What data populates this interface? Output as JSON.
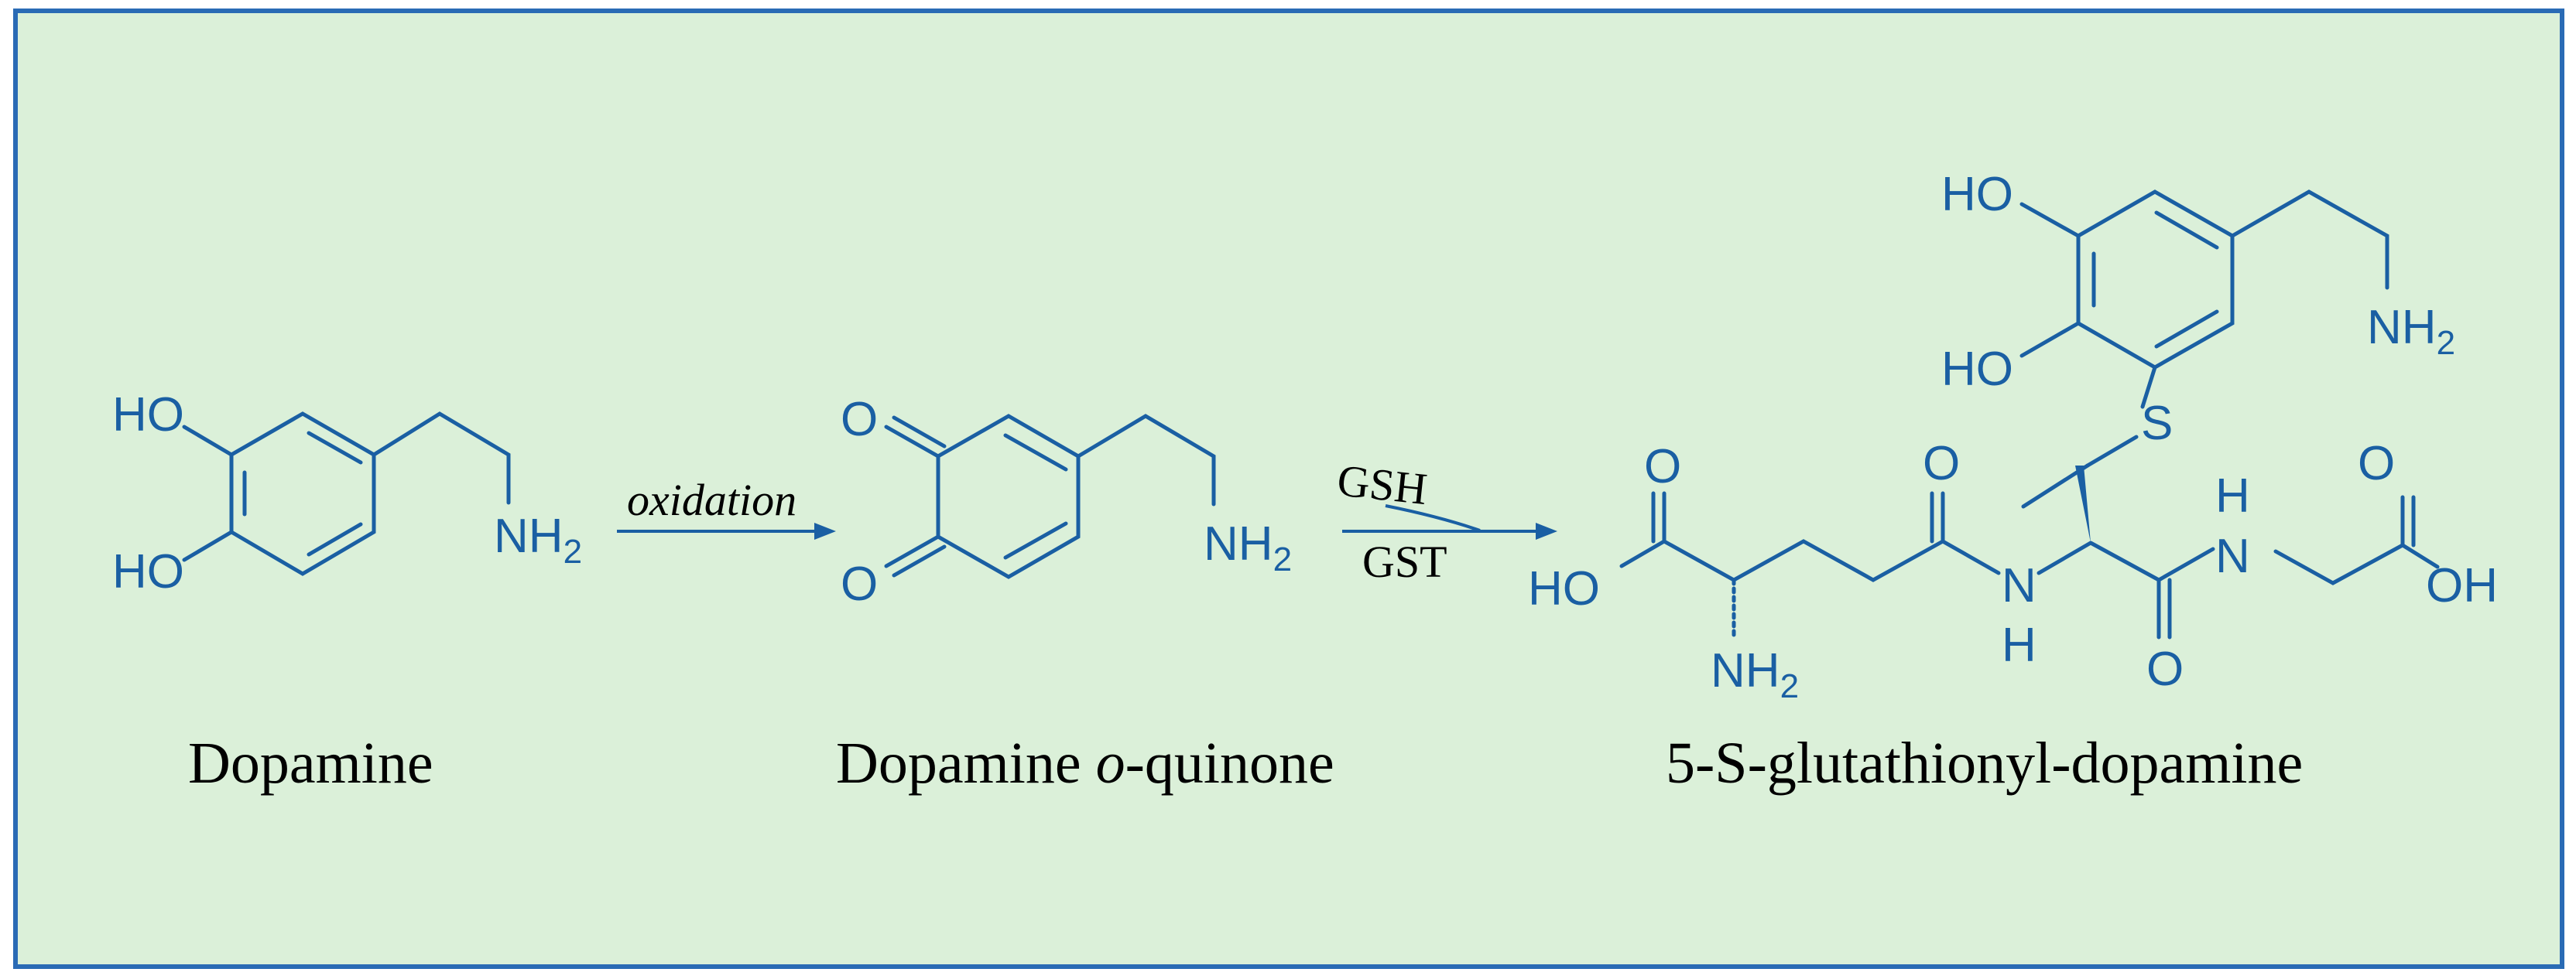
{
  "colors": {
    "background": "#dbf0d9",
    "frame": "#2a6bb5",
    "structure": "#1a5fa3",
    "text": "#000000"
  },
  "molecules": {
    "dopamine": {
      "caption": "Dopamine",
      "labels": {
        "ho_top": "HO",
        "ho_bottom": "HO",
        "nh2": "NH",
        "nh2_sub": "2"
      }
    },
    "quinone": {
      "caption_prefix": "Dopamine ",
      "caption_italic": "o",
      "caption_suffix": "-quinone",
      "labels": {
        "o_top": "O",
        "o_bottom": "O",
        "nh2": "NH",
        "nh2_sub": "2"
      }
    },
    "product": {
      "caption": "5-S-glutathionyl-dopamine",
      "labels": {
        "ho_top": "HO",
        "ho_mid": "HO",
        "nh2_right": "NH",
        "nh2_right_sub": "2",
        "s": "S",
        "o_acid_left": "O",
        "ho_acid_left": "HO",
        "nh2_bottom": "NH",
        "nh2_bottom_sub": "2",
        "o_amide1": "O",
        "n_amide1": "N",
        "h_amide1": "H",
        "o_amide2": "O",
        "n_amide2": "N",
        "h_amide2": "H",
        "o_acid_right": "O",
        "oh_acid_right": "OH"
      }
    }
  },
  "arrows": {
    "oxidation": {
      "label": "oxidation"
    },
    "conjugation": {
      "label_top": "GSH",
      "label_bottom": "GST"
    }
  }
}
